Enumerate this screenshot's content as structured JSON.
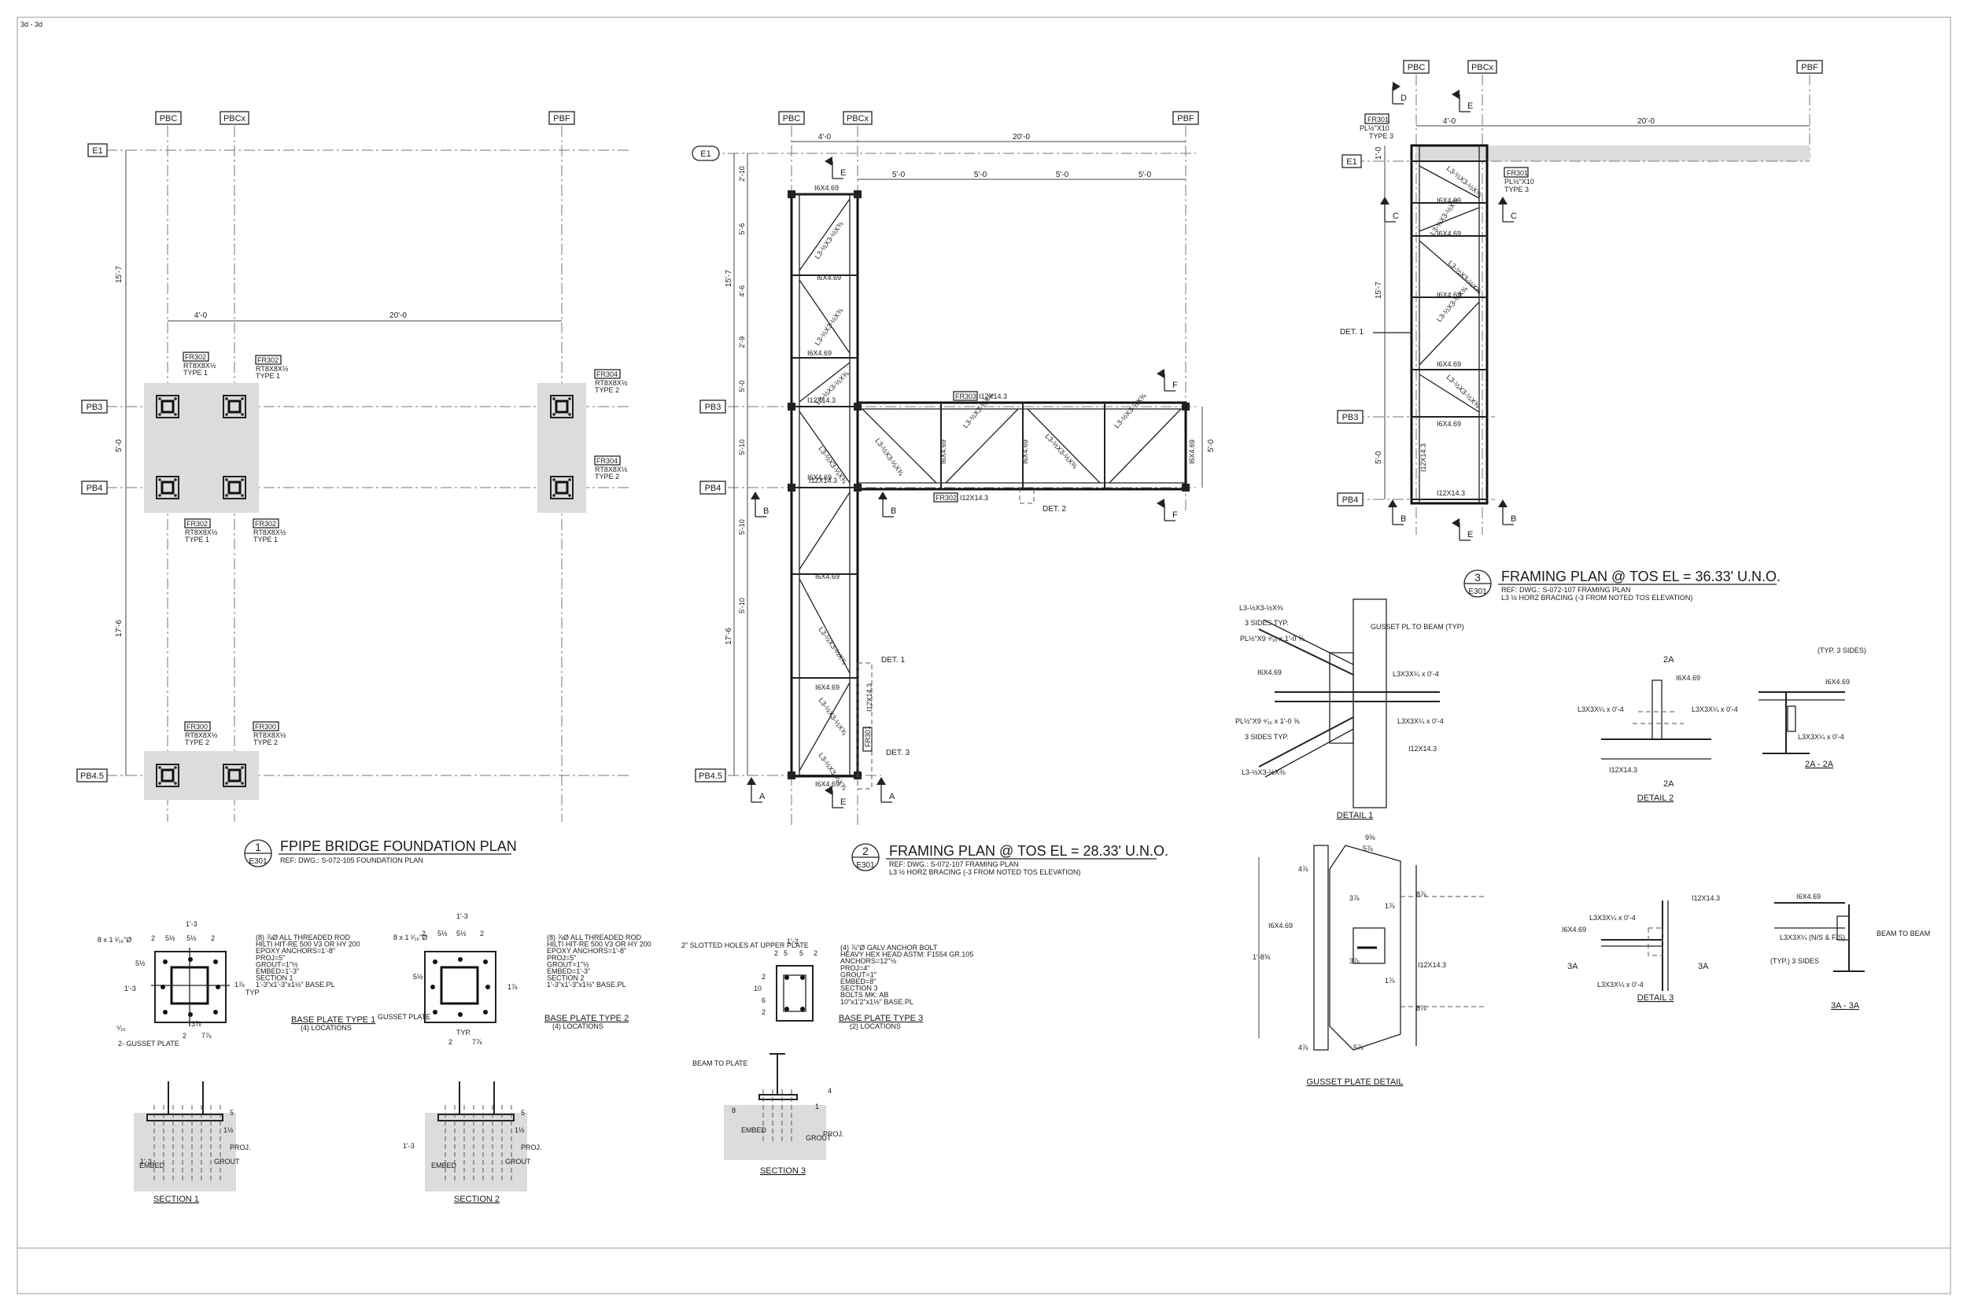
{
  "sheet": {
    "tab_label": "3d - 3d"
  },
  "foundation_plan": {
    "grid_cols": [
      "PBC",
      "PBCx",
      "PBF"
    ],
    "grid_rows": [
      "E1",
      "PB3",
      "PB4",
      "PB4.5"
    ],
    "dims": {
      "top_left": "4'-0",
      "top_right": "20'-0",
      "v1": "15'-7",
      "v2": "5'-0",
      "v3": "17'-6"
    },
    "tags": [
      {
        "ref": "FR302",
        "l1": "RT8X8X½",
        "l2": "TYPE 1"
      },
      {
        "ref": "FR302",
        "l1": "RT8X8X½",
        "l2": "TYPE 1"
      },
      {
        "ref": "FR304",
        "l1": "RT8X8X½",
        "l2": "TYPE 2"
      },
      {
        "ref": "FR304",
        "l1": "RT8X8X½",
        "l2": "TYPE 2"
      },
      {
        "ref": "FR302",
        "l1": "RT8X8X½",
        "l2": "TYPE 1"
      },
      {
        "ref": "FR302",
        "l1": "RT8X8X½",
        "l2": "TYPE 1"
      },
      {
        "ref": "FR300",
        "l1": "RT8X8X½",
        "l2": "TYPE 2"
      },
      {
        "ref": "FR300",
        "l1": "RT8X8X½",
        "l2": "TYPE 2"
      }
    ],
    "title": {
      "num": "1",
      "sheet": "E301",
      "text": "FPIPE BRIDGE FOUNDATION PLAN",
      "ref": "REF: DWG.: S-072-105 FOUNDATION PLAN"
    }
  },
  "framing_plan_2": {
    "grid_cols": [
      "PBC",
      "PBCx",
      "PBF"
    ],
    "grid_rows": [
      "E1",
      "PB3",
      "PB4",
      "PB4.5"
    ],
    "dims": {
      "top_left": "4'-0",
      "top_right": "20'-0",
      "bays": [
        "5'-0",
        "5'-0",
        "5'-0",
        "5'-0"
      ],
      "left": [
        "2'-10",
        "5'-6",
        "4'-6",
        "2'-9",
        "5'-0",
        "5'-10",
        "5'-10",
        "5'-10"
      ],
      "left_total_a": "15'-7",
      "left_total_b": "17'-6",
      "right": "5'-0"
    },
    "members": {
      "beam": "I6X4.69",
      "brace": "L3-½X3-½X⅜",
      "girder": "I12X14.3",
      "fr303": "FR303",
      "fr302": "FR302",
      "fr301": "FR301"
    },
    "sections": [
      "E",
      "E",
      "B",
      "B",
      "F",
      "F",
      "A",
      "A"
    ],
    "details": [
      "DET. 1",
      "DET. 2",
      "DET. 3"
    ],
    "title": {
      "num": "2",
      "sheet": "E301",
      "text": "FRAMING PLAN @ TOS EL = 28.33' U.N.O.",
      "ref1": "REF: DWG.: S-072-107 FRAMING PLAN",
      "ref2": "L3 ½ HORZ BRACING (-3 FROM NOTED TOS ELEVATION)"
    }
  },
  "framing_plan_3": {
    "grid_cols": [
      "PBC",
      "PBCx",
      "PBF"
    ],
    "grid_rows": [
      "E1",
      "PB3",
      "PB4"
    ],
    "dims": {
      "top_left": "4'-0",
      "top_right": "20'-0",
      "left": [
        "1'-0",
        "15'-7",
        "5'-0"
      ]
    },
    "sections": [
      "D",
      "E",
      "C",
      "C",
      "B",
      "B",
      "E"
    ],
    "tags": {
      "t1": "FR301",
      "t1a": "PL½\"X10",
      "t1b": "TYPE 3",
      "t2": "FR301",
      "t2a": "PL½\"X10",
      "t2b": "TYPE 3"
    },
    "members": {
      "beam": "I6X4.69",
      "brace": "L3-½X3-½X⅜",
      "girder": "I12X14.3"
    },
    "det": "DET. 1",
    "title": {
      "num": "3",
      "sheet": "E301",
      "text": "FRAMING PLAN @ TOS EL = 36.33' U.N.O.",
      "ref1": "REF: DWG.: S-072-107 FRAMING PLAN",
      "ref2": "L3 ½ HORZ BRACING (-3 FROM NOTED TOS ELEVATION)"
    }
  },
  "detail_1": {
    "labels": [
      "L3-½X3-½X⅜",
      "3 SIDES TYP.",
      "PL½\"X9 ⁹⁄₁₆ x 1'-0 ⅝",
      "I6X4.69",
      "PL½\"X9 ⁹⁄₁₆ x 1'-0 ⅝",
      "3 SIDES TYP.",
      "L3-½X3-½X⅜",
      "GUSSET PL TO BEAM (TYP)",
      "L3X3X¼ x 0'-4",
      "L3X3X¼ x 0'-4",
      "I12X14.3"
    ],
    "title": "DETAIL 1"
  },
  "detail_2": {
    "labels": [
      "I6X4.69",
      "L3X3X¼ x 0'-4",
      "L3X3X¼ x 0'-4",
      "I12X14.3",
      "2A",
      "2A"
    ],
    "title": "DETAIL 2"
  },
  "section_2a": {
    "labels": [
      "(TYP. 3 SIDES)",
      "I6X4.69",
      "L3X3X¼ x 0'-4"
    ],
    "title": "2A - 2A"
  },
  "gusset": {
    "labels": [
      "4⅞",
      "9⅝",
      "5⅞",
      "3⅞",
      "1⅞",
      "1'-8⅝",
      "I6X4.69",
      "8⅞",
      "I12X14.3",
      "3⅞",
      "1⅞",
      "8⅞",
      "4⅞",
      "5⅞"
    ],
    "title": "GUSSET PLATE DETAIL"
  },
  "detail_3": {
    "labels": [
      "I12X14.3",
      "L3X3X¼ x 0'-4",
      "I6X4.69",
      "L3X3X¼ x 0'-4",
      "3A",
      "3A"
    ],
    "title": "DETAIL 3"
  },
  "section_3a": {
    "labels": [
      "I6X4.69",
      "L3X3X¼ (N/S & F/S)",
      "BEAM TO BEAM",
      "(TYP.) 3 SIDES"
    ],
    "title": "3A - 3A"
  },
  "base_plate_1": {
    "dims": [
      "1'-3",
      "2",
      "5½",
      "5½",
      "2",
      "8 x 1 ¹⁄₁₆\"Ø",
      "1'-3",
      "5½",
      "1⅞",
      "TYP",
      "2",
      "7⅞",
      "3⅞",
      "⁵⁄₁₆",
      "2- GUSSET PLATE"
    ],
    "notes": [
      "(8) ⅞Ø ALL THREADED ROD",
      "HILTI HIT-RE 500 V3 OR HY 200",
      "EPOXY ANCHORS=1'-8\"",
      "PROJ=5\"",
      "GROUT=1\"½",
      "EMBED=1'-3\"",
      "SECTION 1",
      "1'-3\"x1'-3\"x1½\" BASE.PL"
    ],
    "title": "BASE PLATE TYPE 1",
    "sub": "(4) LOCATIONS"
  },
  "base_plate_2": {
    "dims": [
      "1'-3",
      "2",
      "5½",
      "5½",
      "2",
      "8 x 1 ¹⁄₁₆\"Ø",
      "5½",
      "1⅞",
      "GUSSET PLATE",
      "TYP.",
      "2",
      "7⅞"
    ],
    "notes": [
      "(8) ⅞Ø ALL THREADED ROD",
      "HILTI HIT-RE 500 V3 OR HY 200",
      "EPOXY ANCHORS=1'-8\"",
      "PROJ=5\"",
      "GROUT=1\"½",
      "EMBED=1'-3\"",
      "SECTION 2",
      "1'-3\"x1'-3\"x1½\" BASE.PL"
    ],
    "title": "BASE PLATE TYPE 2",
    "sub": "(4) LOCATIONS"
  },
  "base_plate_3": {
    "dims": [
      "1'-2",
      "2",
      "5",
      "5",
      "2",
      "2\" SLOTTED HOLES AT UPPER PLATE",
      "10",
      "2",
      "6",
      "2"
    ],
    "notes": [
      "(4) ⅞\"Ø GALV ANCHOR BOLT",
      "HEAVY HEX HEAD ASTM: F1554 GR.105",
      "ANCHORS=12\"⅛",
      "PROJ=4\"",
      "GROUT=1\"",
      "EMBED=8\"",
      "SECTION 3",
      "BOLTS MK: AB",
      "10\"x1'2\"x1½\" BASE.PL"
    ],
    "title": "BASE PLATE TYPE 3",
    "sub": "(2) LOCATIONS"
  },
  "section_1": {
    "labels": [
      "1'-3",
      "EMBED",
      "GROUT",
      "1½",
      "PROJ.",
      "5"
    ],
    "title": "SECTION 1"
  },
  "section_2": {
    "labels": [
      "1'-3",
      "EMBED",
      "GROUT",
      "1½",
      "PROJ.",
      "5"
    ],
    "title": "SECTION 2"
  },
  "section_3": {
    "labels": [
      "BEAM TO PLATE",
      "8",
      "EMBED",
      "GROUT",
      "1",
      "PROJ.",
      "4"
    ],
    "title": "SECTION 3"
  }
}
